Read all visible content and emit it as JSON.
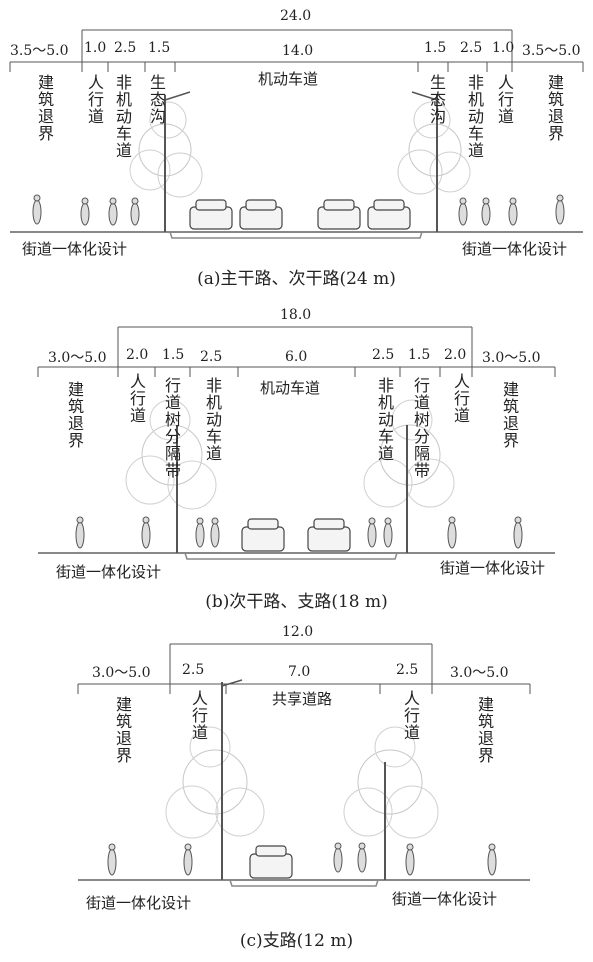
{
  "panel_a": {
    "total": "24.0",
    "dims": [
      "3.5～5.0",
      "1.0",
      "2.5",
      "1.5",
      "14.0",
      "1.5",
      "2.5",
      "1.0",
      "3.5～5.0"
    ],
    "zones": {
      "building_left": "建筑退界",
      "sidewalk_left": "人行道",
      "bike_left": "非机动车道",
      "eco_left": "生态沟",
      "motor": "机动车道",
      "eco_right": "生态沟",
      "bike_right": "非机动车道",
      "sidewalk_right": "人行道",
      "building_right": "建筑退界"
    },
    "street_left": "街道一体化设计",
    "street_right": "街道一体化设计",
    "caption": "(a)主干路、次干路(24 m)"
  },
  "panel_b": {
    "total": "18.0",
    "dims": [
      "3.0～5.0",
      "2.0",
      "1.5",
      "2.5",
      "6.0",
      "2.5",
      "1.5",
      "2.0",
      "3.0～5.0"
    ],
    "zones": {
      "building_left": "建筑退界",
      "sidewalk_left": "人行道",
      "tree_left": "行道树分隔带",
      "bike_left": "非机动车道",
      "motor": "机动车道",
      "bike_right": "非机动车道",
      "tree_right": "行道树分隔带",
      "sidewalk_right": "人行道",
      "building_right": "建筑退界"
    },
    "street_left": "街道一体化设计",
    "street_right": "街道一体化设计",
    "caption": "(b)次干路、支路(18 m)"
  },
  "panel_c": {
    "total": "12.0",
    "dims": [
      "3.0～5.0",
      "2.5",
      "7.0",
      "2.5",
      "3.0～5.0"
    ],
    "zones": {
      "building_left": "建筑退界",
      "sidewalk_left": "人行道",
      "shared": "共享道路",
      "sidewalk_right": "人行道",
      "building_right": "建筑退界"
    },
    "street_left": "街道一体化设计",
    "street_right": "街道一体化设计",
    "caption": "(c)支路(12 m)"
  }
}
